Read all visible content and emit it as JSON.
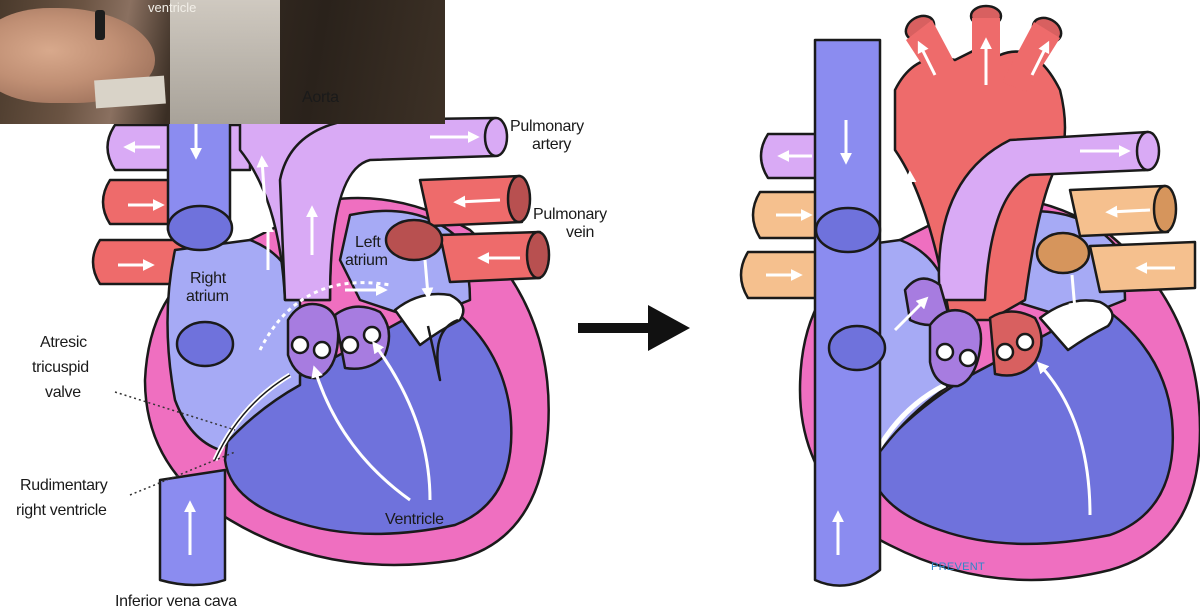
{
  "photo_caption": "ventricle",
  "labels": {
    "aorta": "Aorta",
    "pulmonary_artery_1": "Pulmonary",
    "pulmonary_artery_2": "artery",
    "pulmonary_vein_1": "Pulmonary",
    "pulmonary_vein_2": "vein",
    "left_atrium_1": "Left",
    "left_atrium_2": "atrium",
    "right_atrium_1": "Right",
    "right_atrium_2": "atrium",
    "atresic_1": "Atresic",
    "atresic_2": "tricuspid",
    "atresic_3": "valve",
    "rudimentary_1": "Rudimentary",
    "rudimentary_2": "right ventricle",
    "ventricle": "Ventricle",
    "ivc": "Inferior vena cava"
  },
  "watermark": "PREVENT",
  "colors": {
    "vena_cava": "#8b8cf0",
    "oxygen_poor_vessel": "#d9aaf5",
    "oxygen_rich_vessel": "#ee6b6b",
    "mixed_vessel": "#f5c08e",
    "myocardium": "#ef6fc0",
    "right_atrium": "#a6aaf5",
    "ventricle": "#6f72dc",
    "outline": "#1a1a1a",
    "arrow": "#ffffff"
  }
}
